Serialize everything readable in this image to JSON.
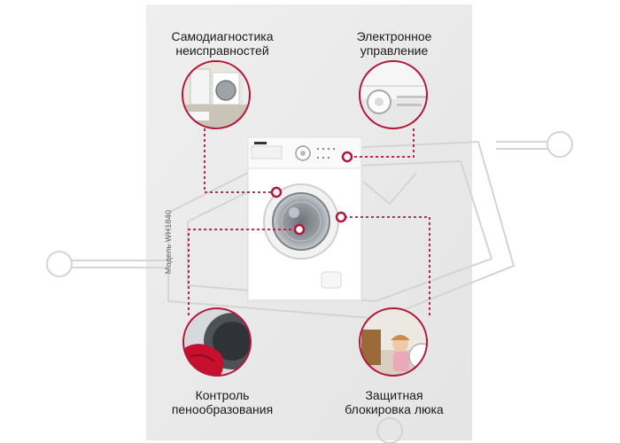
{
  "features": {
    "self_diagnosis": {
      "line1": "Самодиагностика",
      "line2": "неисправностей"
    },
    "electronic_control": {
      "line1": "Электронное",
      "line2": "управление"
    },
    "foam_control": {
      "line1": "Контроль",
      "line2": "пенообразования"
    },
    "door_lock": {
      "line1": "Защитная",
      "line2": "блокировка люка"
    }
  },
  "side_caption": "Модель WH1840",
  "colors": {
    "panel": "#ececec",
    "accent": "#b3163b",
    "watermark": "#cfcfcf"
  }
}
